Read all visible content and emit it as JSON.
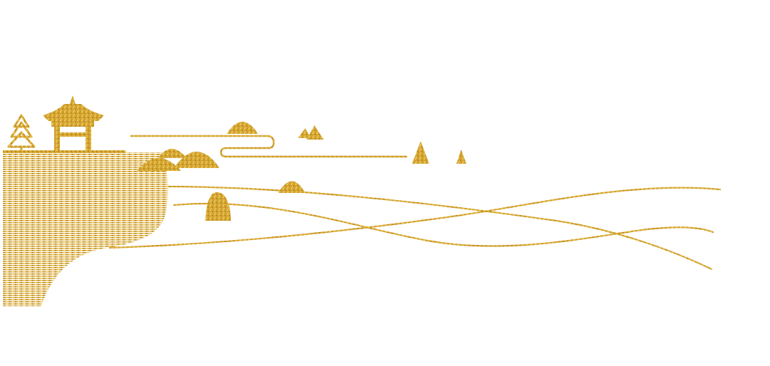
{
  "palette": {
    "background": "#ffffff",
    "gold": "#d6a630",
    "gold_light": "#f2d06b",
    "gold_dark": "#a9781a"
  },
  "elements": [
    "pine-tree",
    "pavilion",
    "hill-mounds",
    "wave-lines",
    "cloud-line",
    "mountain-peaks",
    "striped-land"
  ]
}
